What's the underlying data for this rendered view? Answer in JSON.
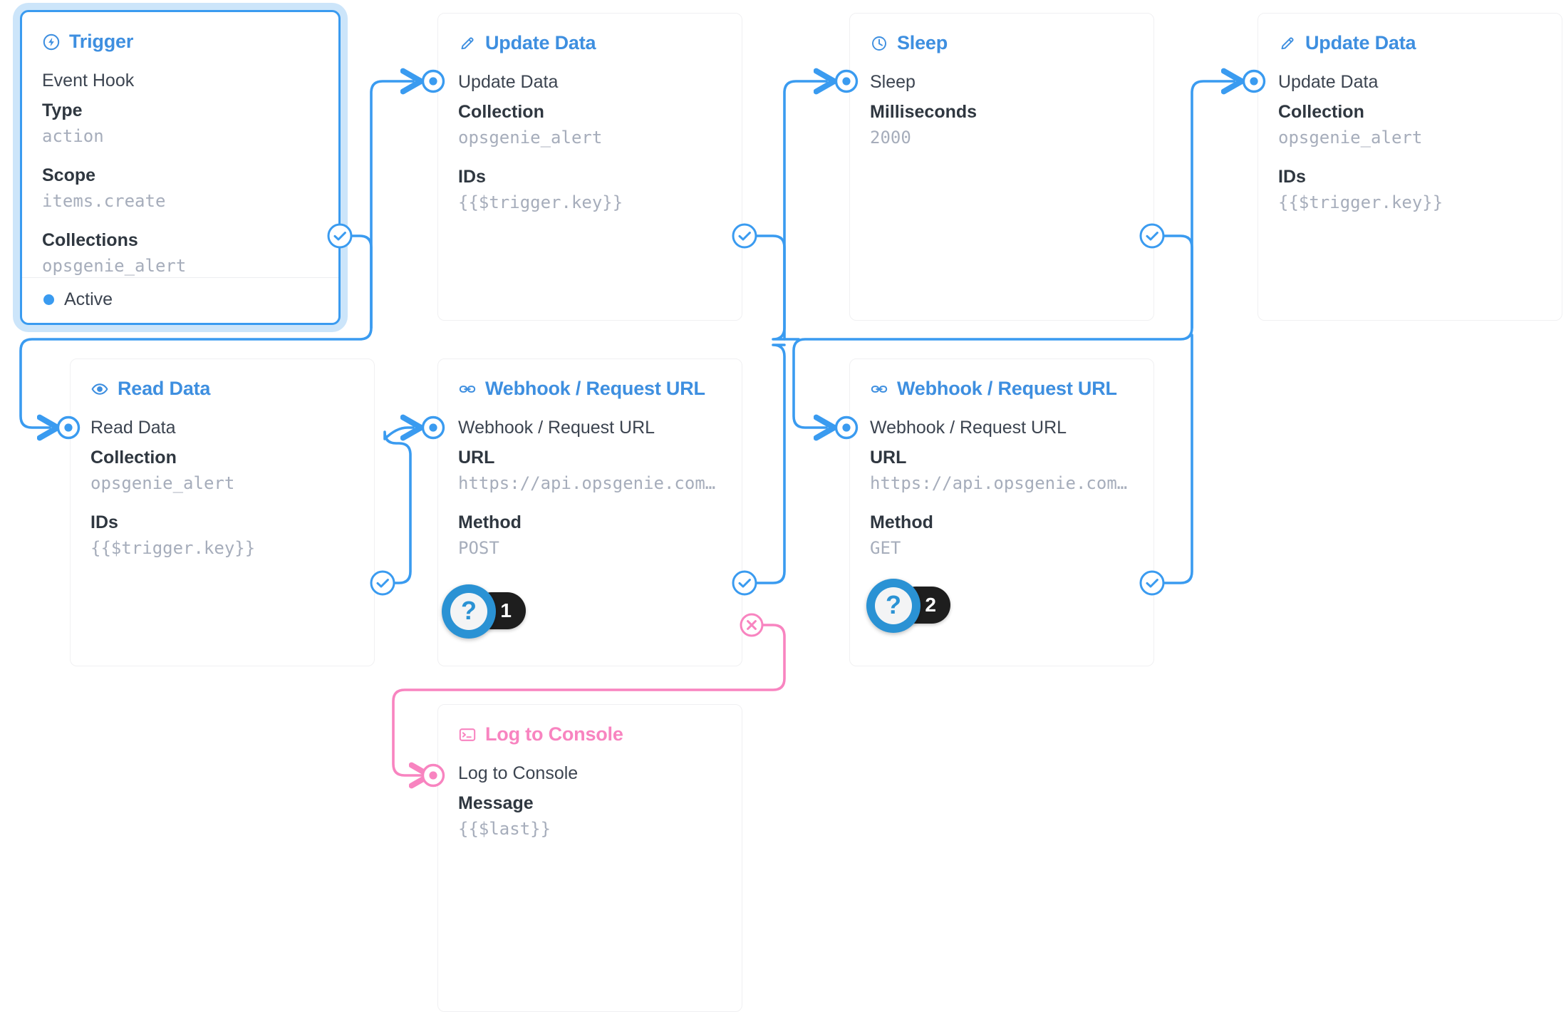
{
  "flow": {
    "accent_blue": "#3a9bf0",
    "accent_pink": "#f884c0",
    "value_gray": "#a6adbb",
    "label_dark": "#2f3740"
  },
  "cards": [
    {
      "id": "trigger",
      "icon": "lightning-bolt-circle-icon",
      "header": "Trigger",
      "row_title": "Event Hook",
      "fields": [
        {
          "label": "Type",
          "value": "action"
        },
        {
          "label": "Scope",
          "value": "items.create"
        },
        {
          "label": "Collections",
          "value": "opsgenie_alert"
        }
      ],
      "status": "Active"
    },
    {
      "id": "update-data-1",
      "icon": "pencil-icon",
      "header": "Update Data",
      "row_title": "Update Data",
      "fields": [
        {
          "label": "Collection",
          "value": "opsgenie_alert"
        },
        {
          "label": "IDs",
          "value": "{{$trigger.key}}"
        }
      ]
    },
    {
      "id": "sleep",
      "icon": "clock-icon",
      "header": "Sleep",
      "row_title": "Sleep",
      "fields": [
        {
          "label": "Milliseconds",
          "value": "2000"
        }
      ]
    },
    {
      "id": "update-data-2",
      "icon": "pencil-icon",
      "header": "Update Data",
      "row_title": "Update Data",
      "fields": [
        {
          "label": "Collection",
          "value": "opsgenie_alert"
        },
        {
          "label": "IDs",
          "value": "{{$trigger.key}}"
        }
      ]
    },
    {
      "id": "read-data",
      "icon": "eye-icon",
      "header": "Read Data",
      "row_title": "Read Data",
      "fields": [
        {
          "label": "Collection",
          "value": "opsgenie_alert"
        },
        {
          "label": "IDs",
          "value": "{{$trigger.key}}"
        }
      ]
    },
    {
      "id": "webhook-1",
      "icon": "link-icon",
      "header": "Webhook / Request URL",
      "row_title": "Webhook / Request URL",
      "fields": [
        {
          "label": "URL",
          "value": "https://api.opsgenie.com/v…"
        },
        {
          "label": "Method",
          "value": "POST"
        }
      ]
    },
    {
      "id": "webhook-2",
      "icon": "link-icon",
      "header": "Webhook / Request URL",
      "row_title": "Webhook / Request URL",
      "fields": [
        {
          "label": "URL",
          "value": "https://api.opsgenie.com/v…"
        },
        {
          "label": "Method",
          "value": "GET"
        }
      ]
    },
    {
      "id": "log-to-console",
      "icon": "console-terminal-icon",
      "header": "Log to Console",
      "row_title": "Log to Console",
      "fields": [
        {
          "label": "Message",
          "value": "{{$last}}"
        }
      ]
    }
  ],
  "badges": [
    {
      "id": "help-badge-1",
      "symbol": "?",
      "count": "1"
    },
    {
      "id": "help-badge-2",
      "symbol": "?",
      "count": "2"
    }
  ]
}
